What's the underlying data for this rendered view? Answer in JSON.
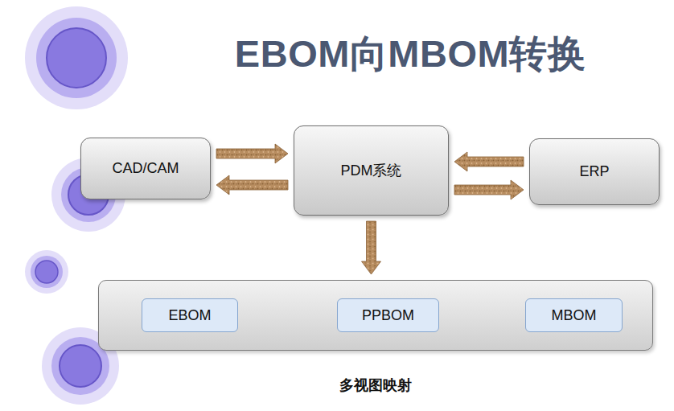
{
  "diagram": {
    "title": "EBOM向MBOM转换",
    "nodes": [
      {
        "text": [
          "CAD/CAM"
        ]
      },
      {
        "text": [
          "PDM系统"
        ]
      },
      {
        "text": [
          "ERP"
        ]
      },
      {
        "text": [
          "多视图映射"
        ]
      },
      {
        "text": [
          "EBOM"
        ],
        "in": 3
      },
      {
        "text": [
          "PPBOM"
        ],
        "in": 3
      },
      {
        "text": [
          "MBOM"
        ],
        "in": 3
      }
    ],
    "edges": [
      {
        "from": 0,
        "to": 1,
        "arrow": "to"
      },
      {
        "from": 1,
        "to": 0,
        "arrow": "to"
      },
      {
        "from": 2,
        "to": 1,
        "arrow": "to"
      },
      {
        "from": 1,
        "to": 2,
        "arrow": "to"
      },
      {
        "from": 1,
        "to": 3,
        "arrow": "to"
      },
      {
        "from": 4,
        "to": 5,
        "arrow": "to"
      },
      {
        "from": 5,
        "to": 6,
        "arrow": "to"
      }
    ]
  }
}
